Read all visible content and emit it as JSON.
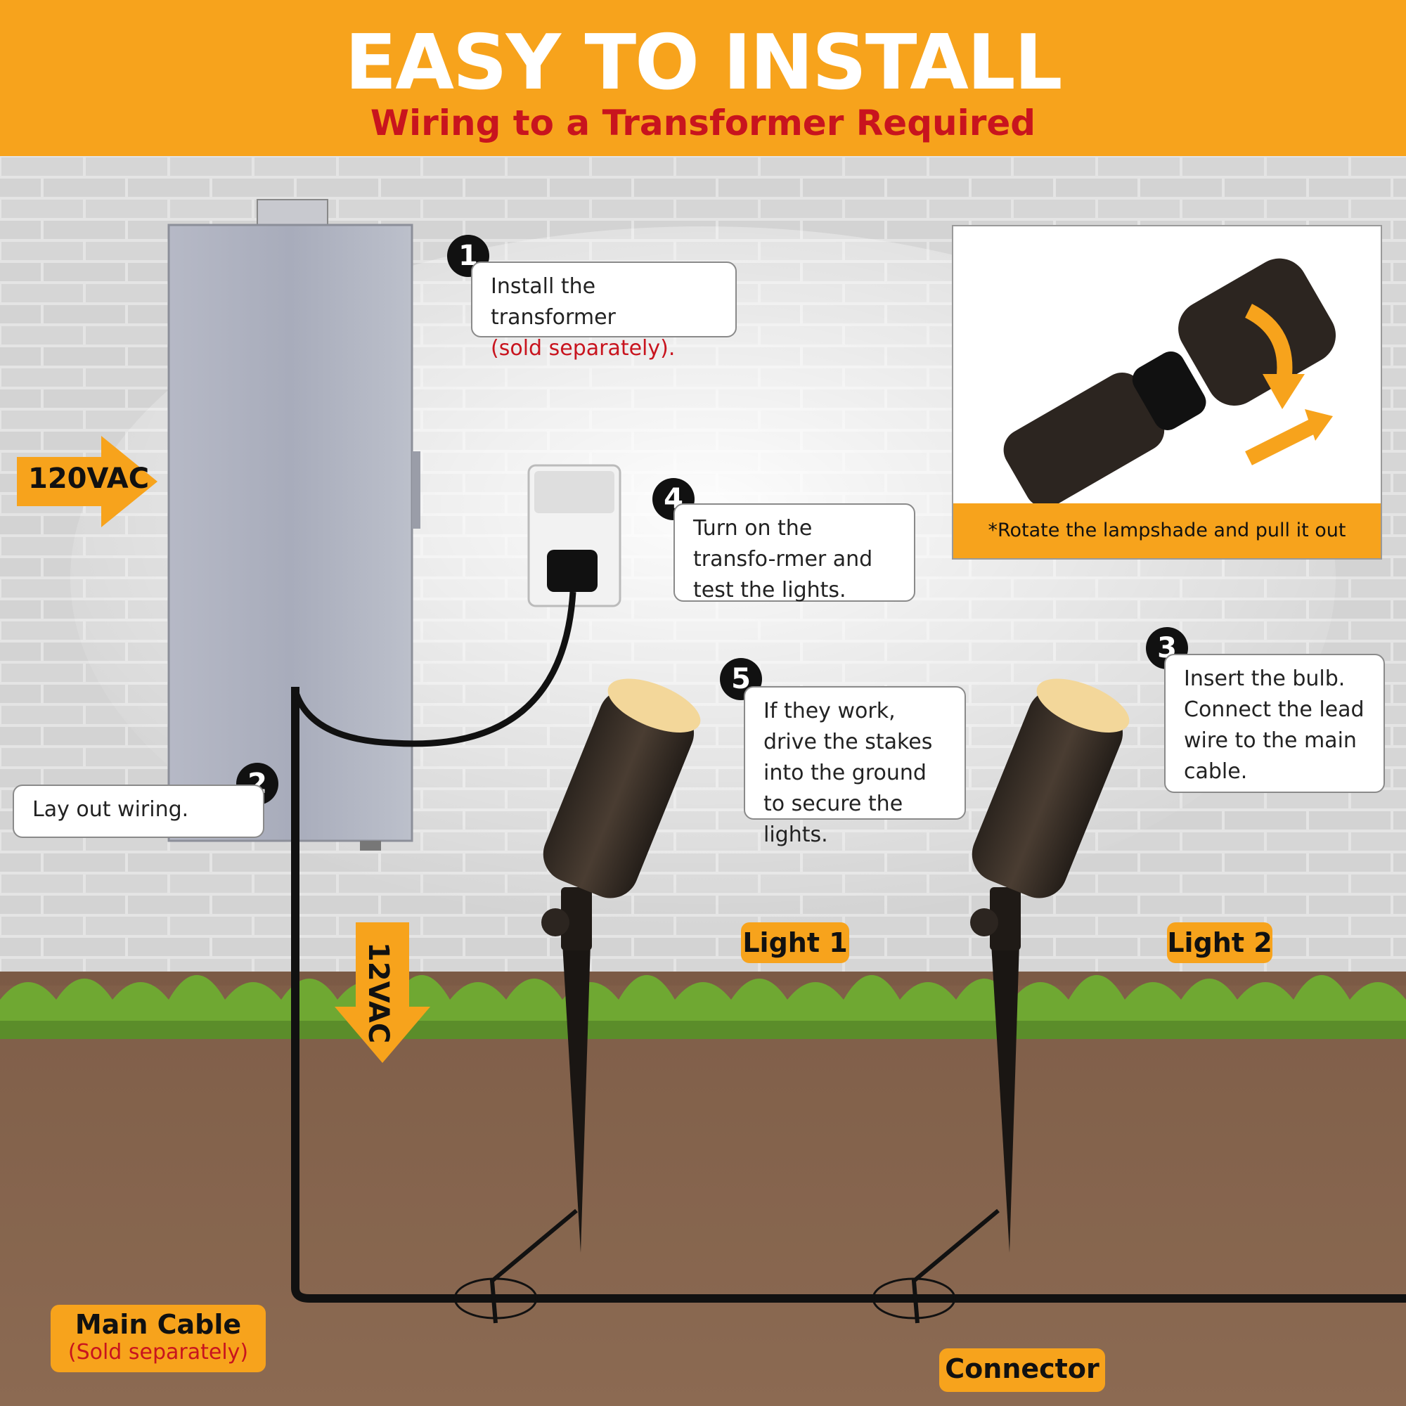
{
  "header": {
    "title": "EASY TO INSTALL",
    "subtitle": "Wiring to a Transformer Required"
  },
  "steps": [
    {
      "number": "1",
      "text": "Install the transformer",
      "note": "(sold separately)."
    },
    {
      "number": "2",
      "text": "Lay out wiring."
    },
    {
      "number": "3",
      "text": "Insert the bulb. Connect the lead wire to the main cable."
    },
    {
      "number": "4",
      "text": "Turn on the transfo-rmer and test the lights."
    },
    {
      "number": "5",
      "text": "If they work, drive the stakes into the ground to secure the lights."
    }
  ],
  "labels": {
    "input_voltage": "120VAC",
    "output_voltage": "12VAC",
    "light1": "Light 1",
    "light2": "Light 2",
    "main_cable": "Main Cable",
    "main_cable_note": "(Sold separately)",
    "connector": "Connector"
  },
  "callout": {
    "caption": "*Rotate the lampshade and pull it out"
  },
  "colors": {
    "accent": "#f7a31c",
    "red_text": "#c8141e",
    "bubble_border": "#8a8a8a"
  }
}
